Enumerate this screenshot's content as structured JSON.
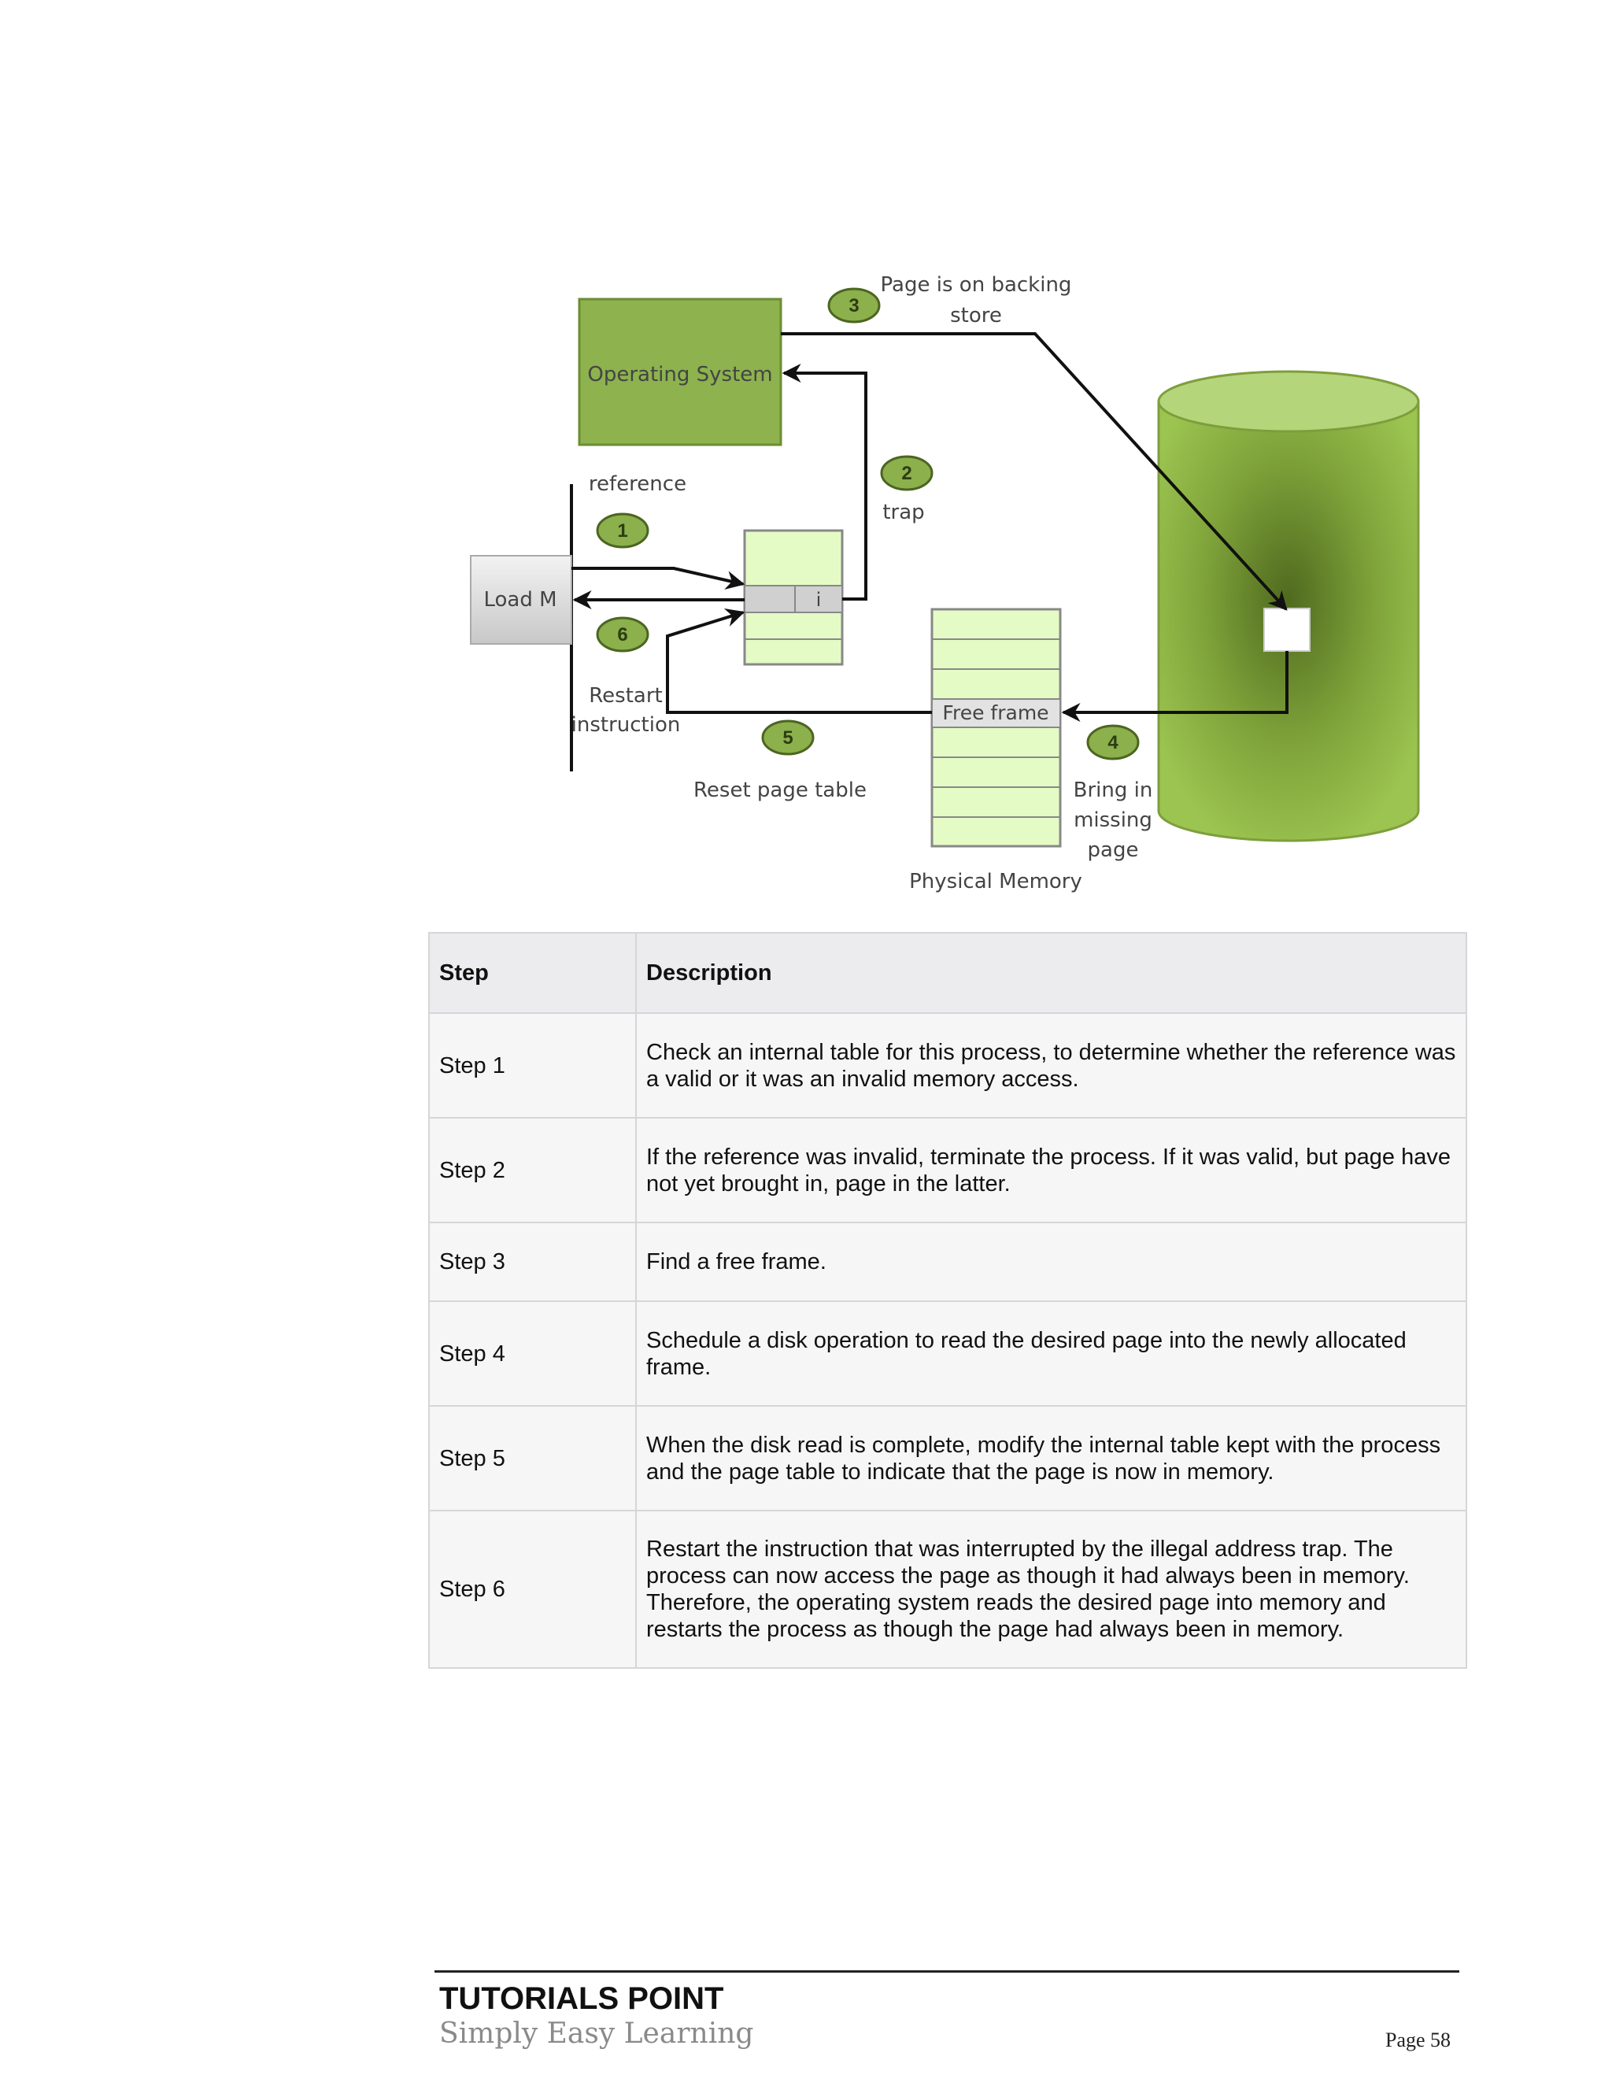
{
  "diagram": {
    "os_label": "Operating System",
    "load_label": "Load M",
    "page_entry_marker": "i",
    "free_frame_label": "Free frame",
    "physical_memory_label": "Physical Memory",
    "reference_label": "reference",
    "trap_label": "trap",
    "backing_line1": "Page is on backing",
    "backing_line2": "store",
    "restart_line1": "Restart",
    "restart_line2": "instruction",
    "reset_label": "Reset page table",
    "bring_line1": "Bring in",
    "bring_line2": "missing",
    "bring_line3": "page",
    "badges": [
      "1",
      "2",
      "3",
      "4",
      "5",
      "6"
    ],
    "colors": {
      "green": "#8db24e",
      "green_dark": "#5f7d2a",
      "light_green": "#e4fbc6",
      "badge": "#8bb04c"
    }
  },
  "table": {
    "header_step": "Step",
    "header_description": "Description",
    "rows": [
      {
        "step": "Step 1",
        "description": "Check an internal table for this process, to determine whether the reference was a valid or it was an invalid memory access."
      },
      {
        "step": "Step 2",
        "description": "If the reference was invalid, terminate the process. If it was valid, but page have not yet brought in, page in the latter."
      },
      {
        "step": "Step 3",
        "description": "Find a free frame."
      },
      {
        "step": "Step 4",
        "description": "Schedule a disk operation to read the desired page into the newly allocated frame."
      },
      {
        "step": "Step 5",
        "description": "When the disk read is complete, modify the internal table kept with the process and the page table to indicate that the page is now in memory."
      },
      {
        "step": "Step 6",
        "description": "Restart the instruction that was interrupted by the illegal address trap. The process can now access the page as though it had always been in memory. Therefore, the operating system reads the desired page into memory and restarts the process as though the page had always been in memory."
      }
    ]
  },
  "footer": {
    "brand": "TUTORIALS POINT",
    "tagline": "Simply Easy Learning",
    "page": "Page 58"
  }
}
